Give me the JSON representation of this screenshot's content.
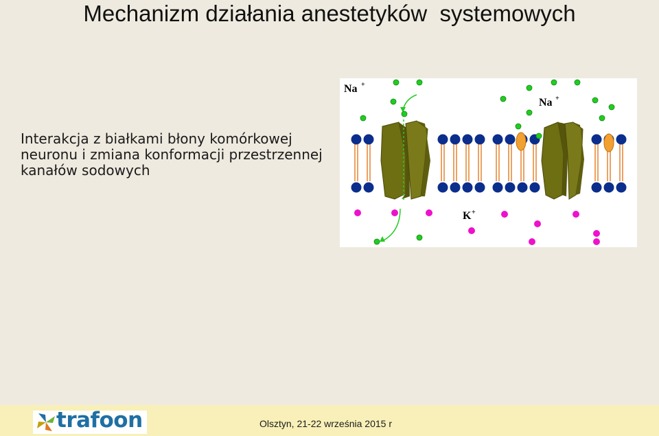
{
  "slide": {
    "title": "Mechanizm działania anestetyków  systemowych",
    "body_lines": [
      "Interakcja z białkami błony komórkowej",
      "neuronu i zmiana konformacji przestrzennej",
      "kanałów sodowych"
    ]
  },
  "diagram": {
    "na_label_left": "Na",
    "na_label_right": "Na",
    "k_label": "K",
    "plus": "+",
    "icons": [
      "sodium-ion-icon",
      "potassium-ion-icon",
      "sodium-channel-icon",
      "membrane-icon"
    ]
  },
  "footer": {
    "logo_text": "trafoon",
    "date_text": "Olsztyn, 21-22 września 2015 r"
  },
  "colors": {
    "background": "#EEEADF",
    "footer": "#F8F0B8",
    "sodium": "#22CC22",
    "potassium": "#EE11CC",
    "lipid_head": "#0B2E8C",
    "lipid_tail": "#E88A3A",
    "channel": "#7A7A1A",
    "logo": "#1F6FA3"
  }
}
